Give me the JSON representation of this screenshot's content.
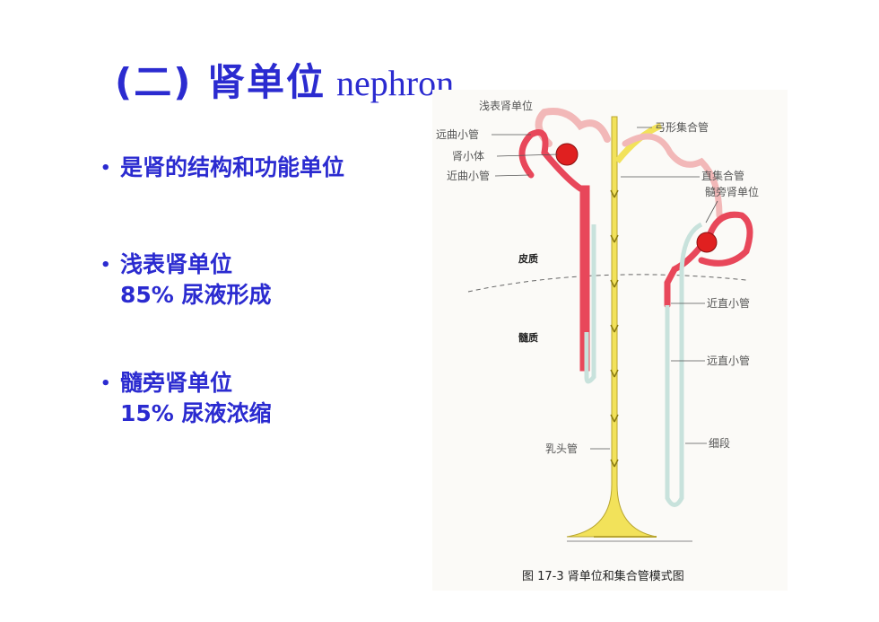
{
  "title": {
    "zh": "(二) 肾单位",
    "en": "nephron"
  },
  "bullets": [
    {
      "line1": "是肾的结构和功能单位",
      "line2": ""
    },
    {
      "line1": "浅表肾单位",
      "line2": "85% 尿液形成"
    },
    {
      "line1": "髓旁肾单位",
      "line2": "15% 尿液浓缩"
    }
  ],
  "figure": {
    "labels": {
      "superficial_nephron": "浅表肾单位",
      "distal_convoluted": "远曲小管",
      "renal_corpuscle": "肾小体",
      "proximal_convoluted": "近曲小管",
      "arched_collecting": "弓形集合管",
      "straight_collecting": "直集合管",
      "juxtamedullary_nephron": "髓旁肾单位",
      "cortex": "皮质",
      "medulla": "髓质",
      "proximal_straight": "近直小管",
      "distal_straight": "远直小管",
      "thin_segment": "细段",
      "papillary_duct": "乳头管"
    },
    "caption": "图 17-3 肾单位和集合管模式图",
    "colors": {
      "proximal": "#e8475a",
      "distal": "#f2b8b8",
      "thin": "#c8e2dc",
      "collecting": "#f2e25a",
      "corpuscle": "#e02020"
    }
  }
}
